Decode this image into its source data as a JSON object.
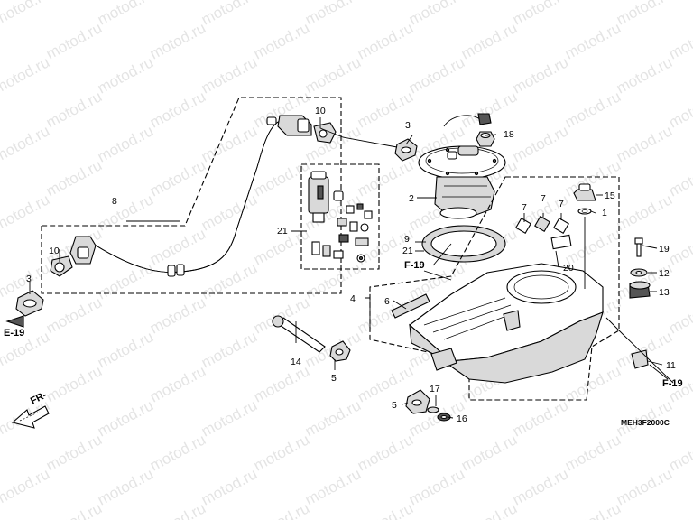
{
  "watermark": "motod.ru",
  "callouts": {
    "c1": "1",
    "c2": "2",
    "c3a": "3",
    "c3b": "3",
    "c4": "4",
    "c5a": "5",
    "c5b": "5",
    "c6": "6",
    "c7a": "7",
    "c7b": "7",
    "c7c": "7",
    "c8": "8",
    "c9": "9",
    "c10a": "10",
    "c10b": "10",
    "c11": "11",
    "c12": "12",
    "c13": "13",
    "c14": "14",
    "c15": "15",
    "c16": "16",
    "c17": "17",
    "c18": "18",
    "c19": "19",
    "c20": "20",
    "c21a": "21",
    "c21b": "21"
  },
  "refs": {
    "f19_top": "F-19",
    "f19_right": "F-19",
    "e19": "E-19"
  },
  "direction_label": "FR-",
  "diagram_code": "MEH3F2000C"
}
